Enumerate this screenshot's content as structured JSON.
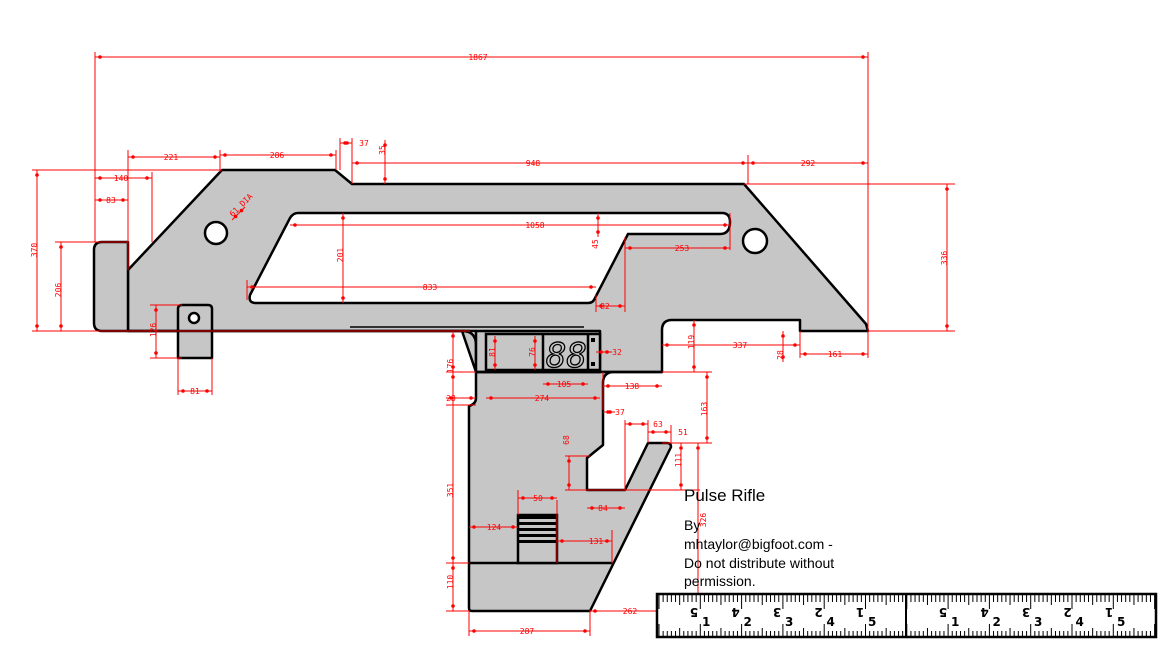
{
  "title_block": {
    "title": "Pulse Rifle",
    "by": "By",
    "author": "mhtaylor@bigfoot.com -",
    "notice_1": "Do not distribute without",
    "notice_2": "permission."
  },
  "colors": {
    "part_fill": "#c6c6c6",
    "outline": "#000000",
    "dimension": "#ff0000"
  },
  "dimensions": [
    "1867",
    "221",
    "286",
    "37",
    "35",
    "948",
    "292",
    "140",
    "83",
    "61 DIA",
    "1058",
    "201",
    "45",
    "253",
    "833",
    "82",
    "370",
    "206",
    "336",
    "126",
    "81",
    "119",
    "337",
    "28",
    "161",
    "81",
    "76",
    "32",
    "105",
    "176",
    "274",
    "23",
    "138",
    "37",
    "63",
    "51",
    "163",
    "68",
    "111",
    "326",
    "84",
    "50",
    "124",
    "131",
    "351",
    "110",
    "287",
    "262"
  ],
  "display_digits": "88",
  "ruler": {
    "inverted_labels": [
      "5",
      "4",
      "3",
      "2",
      "1"
    ],
    "upright_labels": [
      "1",
      "2",
      "3",
      "4",
      "5"
    ]
  }
}
